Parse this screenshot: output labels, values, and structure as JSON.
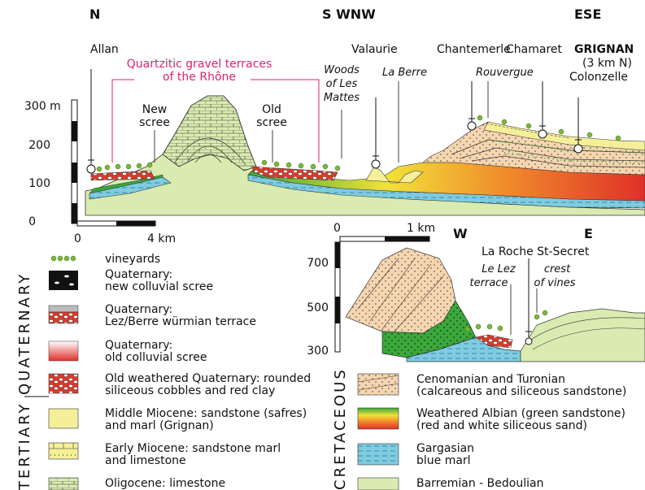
{
  "orientation": {
    "n": "N",
    "s_wnw": "S WNW",
    "ese": "ESE"
  },
  "places": {
    "allan": "Allan",
    "valaurie": "Valaurie",
    "chantemerle": "Chantemerle",
    "chamaret": "Chamaret",
    "grignan": "GRIGNAN",
    "grignan_dist": "(3 km N)",
    "colonzelle": "Colonzelle",
    "woods": "Woods of Les Mattes",
    "woods_l1": "Woods",
    "woods_l2": "of Les",
    "woods_l3": "Mattes",
    "la_berre": "La Berre",
    "rouvergue": "Rouvergue"
  },
  "gravel_terraces": {
    "line1": "Quartzitic gravel terraces",
    "line2": "of the Rhône"
  },
  "scree": {
    "new_l1": "New",
    "new_l2": "scree",
    "old_l1": "Old",
    "old_l2": "scree"
  },
  "main_axis": {
    "unit": "300 m",
    "ticks": [
      "200",
      "100",
      "0"
    ]
  },
  "main_scale": {
    "start": "0",
    "end": "4 km"
  },
  "inset": {
    "scale_start": "0",
    "scale_end": "1 km",
    "w": "W",
    "e": "E",
    "place": "La Roche St-Secret",
    "lez_l1": "Le Lez",
    "lez_l2": "terrace",
    "crest_l1": "crest",
    "crest_l2": "of vines",
    "ticks": [
      "700",
      "500",
      "300"
    ]
  },
  "era_labels": {
    "quaternary": "QUATERNARY",
    "tertiary": "TERTIARY",
    "cretaceous": "CRETACEOUS"
  },
  "legend_left": [
    {
      "l1": "vineyards",
      "l2": ""
    },
    {
      "l1": "Quaternary:",
      "l2": "new colluvial scree"
    },
    {
      "l1": "Quaternary:",
      "l2": "Lez/Berre würmian terrace"
    },
    {
      "l1": "Quaternary:",
      "l2": "old colluvial scree"
    },
    {
      "l1": "Old weathered Quaternary: rounded",
      "l2": "siliceous cobbles and red clay"
    },
    {
      "l1": "Middle Miocene: sandstone (safres)",
      "l2": "and marl (Grignan)"
    },
    {
      "l1": "Early Miocene: sandstone marl",
      "l2": "and limestone"
    },
    {
      "l1": "Oligocene: limestone",
      "l2": ""
    }
  ],
  "legend_right": [
    {
      "l1": "Cenomanian and Turonian",
      "l2": "(calcareous and siliceous sandstone)"
    },
    {
      "l1": "Weathered Albian (green sandstone)",
      "l2": "(red and white siliceous sand)"
    },
    {
      "l1": "Gargasian",
      "l2": "blue marl"
    },
    {
      "l1": "Barremian - Bedoulian",
      "l2": ""
    }
  ],
  "colors": {
    "miocene_yellow": "#f6ef9a",
    "barremian_green": "#d9ebb0",
    "gargasian_blue": "#7fcbe0",
    "cenomanian_tan": "#f6d6b0",
    "albian_red": "#e8402a",
    "albian_green": "#3aa83a",
    "gravel_pink": "#e0206e",
    "vine_green": "#7ab83a"
  }
}
